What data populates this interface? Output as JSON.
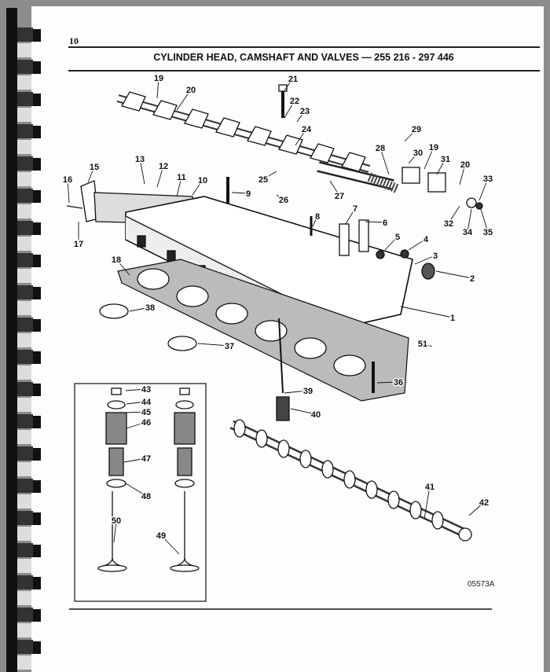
{
  "page": {
    "page_number": "10",
    "title": "CYLINDER HEAD, CAMSHAFT AND VALVES — 255 216 - 297 446",
    "figure_id": "05573A"
  },
  "diagram": {
    "callouts": [
      "19",
      "20",
      "21",
      "22",
      "23",
      "24",
      "25",
      "26",
      "27",
      "28",
      "29",
      "30",
      "19",
      "31",
      "20",
      "33",
      "32",
      "34",
      "35",
      "16",
      "15",
      "13",
      "12",
      "11",
      "10",
      "9",
      "17",
      "8",
      "7",
      "6",
      "5",
      "4",
      "3",
      "2",
      "18",
      "38",
      "1",
      "37",
      "51",
      "36",
      "39",
      "40",
      "43",
      "44",
      "45",
      "46",
      "47",
      "48",
      "50",
      "49",
      "41",
      "42"
    ]
  }
}
